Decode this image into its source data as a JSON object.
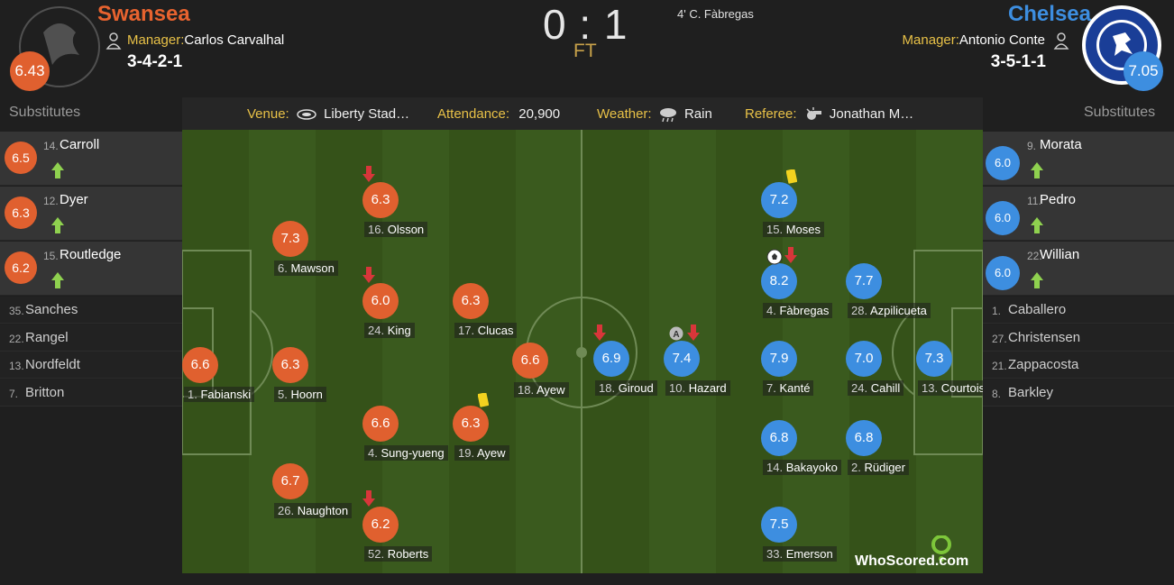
{
  "home": {
    "name": "Swansea",
    "manager_label": "Manager:",
    "manager": "Carlos Carvalhal",
    "formation": "3-4-2-1",
    "rating": "6.43",
    "color": "#e0602f"
  },
  "away": {
    "name": "Chelsea",
    "manager_label": "Manager:",
    "manager": "Antonio Conte",
    "formation": "3-5-1-1",
    "rating": "7.05",
    "color": "#3d8ee0"
  },
  "score": "0 : 1",
  "status": "FT",
  "event": "4' C. Fàbregas",
  "info": {
    "venue_label": "Venue:",
    "venue": "Liberty Stad…",
    "attendance_label": "Attendance:",
    "attendance": "20,900",
    "weather_label": "Weather:",
    "weather": "Rain",
    "referee_label": "Referee:",
    "referee": "Jonathan M…"
  },
  "subs_heading": "Substitutes",
  "home_subs": [
    {
      "num": "14.",
      "name": "Carroll",
      "rating": "6.5"
    },
    {
      "num": "12.",
      "name": "Dyer",
      "rating": "6.3"
    },
    {
      "num": "15.",
      "name": "Routledge",
      "rating": "6.2"
    },
    {
      "num": "35.",
      "name": "Sanches"
    },
    {
      "num": "22.",
      "name": "Rangel"
    },
    {
      "num": "13.",
      "name": "Nordfeldt"
    },
    {
      "num": "7.",
      "name": "Britton"
    }
  ],
  "away_subs": [
    {
      "num": "9.",
      "name": "Morata",
      "rating": "6.0"
    },
    {
      "num": "11.",
      "name": "Pedro",
      "rating": "6.0"
    },
    {
      "num": "22.",
      "name": "Willian",
      "rating": "6.0"
    },
    {
      "num": "1.",
      "name": "Caballero"
    },
    {
      "num": "27.",
      "name": "Christensen"
    },
    {
      "num": "21.",
      "name": "Zappacosta"
    },
    {
      "num": "8.",
      "name": "Barkley"
    }
  ],
  "home_players": [
    {
      "num": "1.",
      "name": "Fabianski",
      "rating": "6.6"
    },
    {
      "num": "5.",
      "name": "Hoorn",
      "rating": "6.3"
    },
    {
      "num": "6.",
      "name": "Mawson",
      "rating": "7.3"
    },
    {
      "num": "26.",
      "name": "Naughton",
      "rating": "6.7"
    },
    {
      "num": "16.",
      "name": "Olsson",
      "rating": "6.3"
    },
    {
      "num": "24.",
      "name": "King",
      "rating": "6.0"
    },
    {
      "num": "4.",
      "name": "Sung-yueng",
      "rating": "6.6"
    },
    {
      "num": "52.",
      "name": "Roberts",
      "rating": "6.2"
    },
    {
      "num": "17.",
      "name": "Clucas",
      "rating": "6.3"
    },
    {
      "num": "19.",
      "name": "Ayew",
      "rating": "6.3"
    },
    {
      "num": "18.",
      "name": "Ayew",
      "rating": "6.6"
    }
  ],
  "away_players": [
    {
      "num": "18.",
      "name": "Giroud",
      "rating": "6.9"
    },
    {
      "num": "10.",
      "name": "Hazard",
      "rating": "7.4"
    },
    {
      "num": "15.",
      "name": "Moses",
      "rating": "7.2"
    },
    {
      "num": "4.",
      "name": "Fàbregas",
      "rating": "8.2"
    },
    {
      "num": "7.",
      "name": "Kanté",
      "rating": "7.9"
    },
    {
      "num": "14.",
      "name": "Bakayoko",
      "rating": "6.8"
    },
    {
      "num": "33.",
      "name": "Emerson",
      "rating": "7.5"
    },
    {
      "num": "28.",
      "name": "Azpilicueta",
      "rating": "7.7"
    },
    {
      "num": "24.",
      "name": "Cahill",
      "rating": "7.0"
    },
    {
      "num": "2.",
      "name": "Rüdiger",
      "rating": "6.8"
    },
    {
      "num": "13.",
      "name": "Courtois",
      "rating": "7.3"
    }
  ],
  "logo_text": "WhoScored.com",
  "icons": {
    "sub_on": "up-arrow-icon",
    "sub_off": "down-arrow-icon",
    "yellow_card": "yellow-card-icon",
    "goal": "ball-icon",
    "assist": "assist-icon"
  }
}
